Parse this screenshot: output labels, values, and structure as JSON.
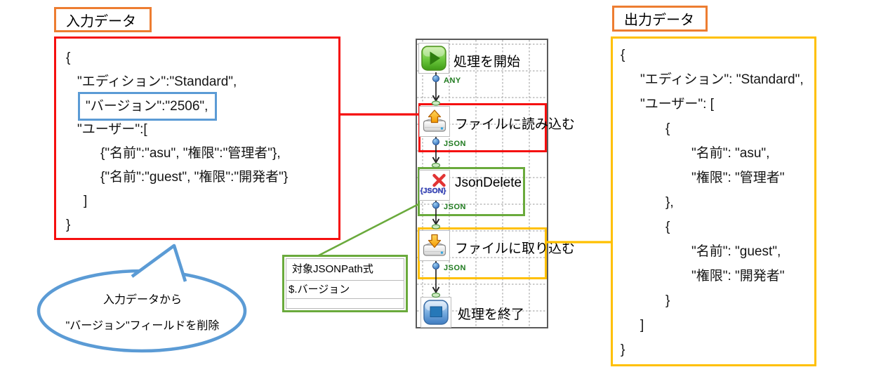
{
  "labels": {
    "input": "入力データ",
    "output": "出力データ"
  },
  "input_panel": {
    "lines": [
      {
        "text": "{",
        "indent": 14
      },
      {
        "text": "\"エディション\":\"Standard\",",
        "indent": 30
      },
      {
        "text": "\"バージョン\":\"2506\",",
        "indent": 31,
        "highlight": true
      },
      {
        "text": "\"ユーザー\":[",
        "indent": 30
      },
      {
        "text": "{\"名前\":\"asu\", \"権限\":\"管理者\"},",
        "indent": 63
      },
      {
        "text": "{\"名前\":\"guest\", \"権限\":\"開発者\"}",
        "indent": 63
      },
      {
        "text": "]",
        "indent": 39
      },
      {
        "text": "}",
        "indent": 14
      }
    ]
  },
  "output_panel": {
    "lines": [
      {
        "text": "{",
        "indent": 11
      },
      {
        "text": "\"エディション\": \"Standard\",",
        "indent": 39
      },
      {
        "text": "\"ユーザー\": [",
        "indent": 39
      },
      {
        "text": "{",
        "indent": 75
      },
      {
        "text": "\"名前\": \"asu\",",
        "indent": 112
      },
      {
        "text": "\"権限\": \"管理者\"",
        "indent": 112
      },
      {
        "text": "},",
        "indent": 75
      },
      {
        "text": "{",
        "indent": 75
      },
      {
        "text": "\"名前\": \"guest\",",
        "indent": 112
      },
      {
        "text": "\"権限\": \"開発者\"",
        "indent": 112
      },
      {
        "text": "}",
        "indent": 75
      },
      {
        "text": "]",
        "indent": 39
      },
      {
        "text": "}",
        "indent": 11
      }
    ]
  },
  "bubble": {
    "line1": "入力データから",
    "line2": "\"バージョン\"フィールドを削除"
  },
  "jsonpath_panel": {
    "header": "対象JSONPath式",
    "value": "$.バージョン"
  },
  "flow": {
    "nodes": [
      {
        "label": "処理を開始",
        "icon": "start-icon"
      },
      {
        "label": "ファイルに読み込む",
        "icon": "drive-upload-icon"
      },
      {
        "label": "JsonDelete",
        "icon": "json-delete-icon"
      },
      {
        "label": "ファイルに取り込む",
        "icon": "drive-download-icon"
      },
      {
        "label": "処理を終了",
        "icon": "stop-icon"
      }
    ],
    "ports": [
      "ANY",
      "JSON",
      "JSON",
      "JSON"
    ],
    "json_delete_icon_text": "{JSON}"
  },
  "colors": {
    "red": "#f50f0f",
    "label_orange": "#ED7D31",
    "gold": "#FFC000",
    "blue": "#5B9BD5",
    "green": "#6aaa3c",
    "port_label_green": "#1e7a1e"
  }
}
